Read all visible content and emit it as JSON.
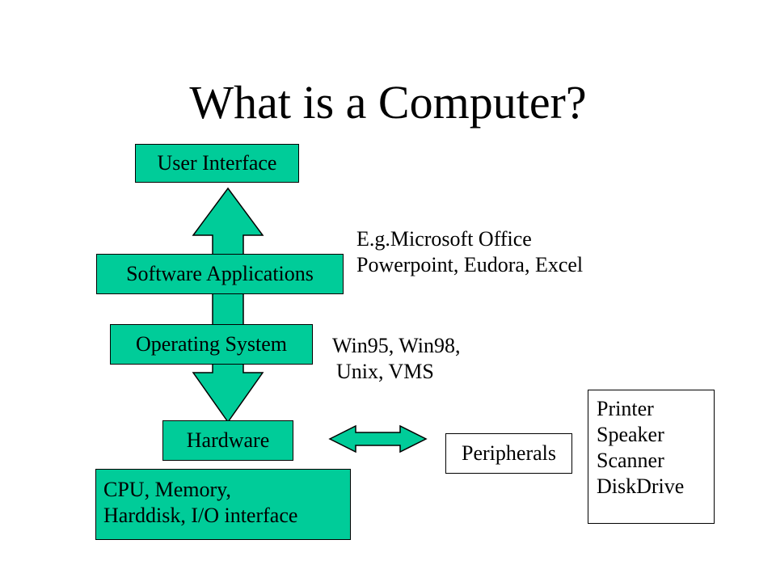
{
  "slide": {
    "title": "What is a Computer?"
  },
  "layers": {
    "user_interface": "User Interface",
    "software_applications": "Software Applications",
    "operating_system": "Operating System",
    "hardware": "Hardware"
  },
  "hardware_details": {
    "line1": "CPU, Memory,",
    "line2": "Harddisk, I/O interface"
  },
  "software_examples": {
    "line1": "E.g.Microsoft Office",
    "line2": "Powerpoint, Eudora, Excel"
  },
  "os_examples": {
    "line1": "Win95, Win98,",
    "line2": "Unix, VMS"
  },
  "peripherals": {
    "label": "Peripherals",
    "items": [
      "Printer",
      "Speaker",
      "Scanner",
      "DiskDrive"
    ]
  },
  "colors": {
    "box_fill": "#00cc99",
    "arrow_fill": "#00cc99",
    "outline": "#000000"
  }
}
